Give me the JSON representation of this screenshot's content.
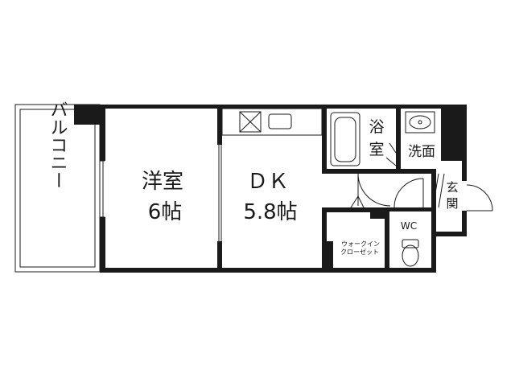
{
  "rooms": {
    "balcony": "バルコニー",
    "western_room": {
      "name": "洋室",
      "size": "6帖"
    },
    "dk": {
      "name": "ＤＫ",
      "size": "5.8帖"
    },
    "bath": {
      "line1": "浴",
      "line2": "室"
    },
    "washroom": "洗面",
    "entrance": {
      "line1": "玄",
      "line2": "関"
    },
    "closet": {
      "line1": "ウォークイン",
      "line2": "クローゼット"
    },
    "toilet": "WC"
  },
  "colors": {
    "wall": "#1a1a1a",
    "background": "#ffffff"
  }
}
